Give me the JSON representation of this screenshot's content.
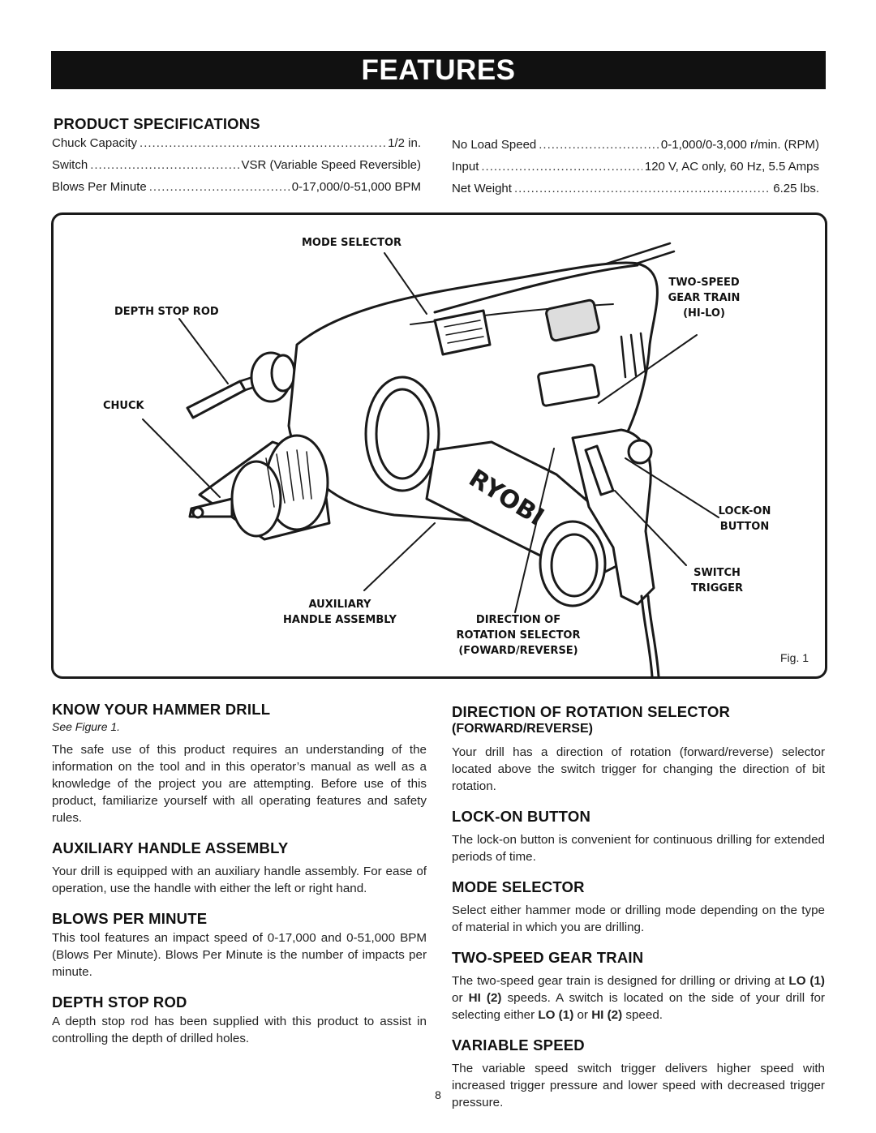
{
  "banner": "FEATURES",
  "specs": {
    "title": "PRODUCT SPECIFICATIONS",
    "left": [
      {
        "label": "Chuck Capacity",
        "value": "1/2 in."
      },
      {
        "label": "Switch",
        "value": "VSR (Variable Speed Reversible)"
      },
      {
        "label": "Blows Per Minute",
        "value": "0-17,000/0-51,000 BPM"
      }
    ],
    "right": [
      {
        "label": "No Load Speed",
        "value": "0-1,000/0-3,000 r/min. (RPM)"
      },
      {
        "label": "Input",
        "value": "120 V, AC only, 60 Hz, 5.5 Amps"
      },
      {
        "label": "Net Weight",
        "value": "6.25 lbs."
      }
    ]
  },
  "figure": {
    "callouts": {
      "mode_selector": "MODE SELECTOR",
      "depth_stop_rod": "DEPTH STOP ROD",
      "chuck": "CHUCK",
      "gear_train_1": "TWO-SPEED",
      "gear_train_2": "GEAR TRAIN",
      "gear_train_3": "(HI-LO)",
      "lock_on_1": "LOCK-ON",
      "lock_on_2": "BUTTON",
      "switch_1": "SWITCH",
      "switch_2": "TRIGGER",
      "aux_1": "AUXILIARY",
      "aux_2": "HANDLE ASSEMBLY",
      "dir_1": "DIRECTION OF",
      "dir_2": "ROTATION SELECTOR",
      "dir_3": "(FOWARD/REVERSE)"
    },
    "brand": "RYOBI",
    "label": "Fig. 1"
  },
  "left_column": [
    {
      "title": "KNOW YOUR HAMMER DRILL",
      "see": "See Figure 1.",
      "body": "The safe use of this product requires an understanding of the information on the tool and in this operator’s manual as well as a knowledge of the project you are attempting. Before use of this product, familiarize yourself with all operating features and safety rules."
    },
    {
      "title": "AUXILIARY HANDLE ASSEMBLY",
      "body": "Your drill is equipped with an auxiliary handle assembly. For ease of operation, use the handle with either the left or right hand."
    },
    {
      "title": "BLOWS PER MINUTE",
      "body": "This tool features an impact speed of 0-17,000 and 0-51,000 BPM (Blows Per Minute). Blows Per Minute is the number of impacts per minute."
    },
    {
      "title": "DEPTH STOP ROD",
      "body": "A depth stop rod has been supplied with this product to assist in controlling the depth of drilled holes."
    }
  ],
  "right_column": {
    "direction": {
      "title": "DIRECTION OF ROTATION SELECTOR",
      "subtitle": "(FORWARD/REVERSE)",
      "body": "Your drill has a direction of rotation (forward/reverse) selector located above the switch trigger for changing the direction of bit rotation."
    },
    "lock_on": {
      "title": "LOCK-ON BUTTON",
      "body": "The lock-on button is convenient for continuous drilling for extended periods of time."
    },
    "mode": {
      "title": "MODE SELECTOR",
      "body": "Select either hammer mode or drilling mode depending on the type of material in which you are drilling."
    },
    "gear": {
      "title": "TWO-SPEED GEAR TRAIN",
      "body_1": "The two-speed gear train is designed for drilling or driving at ",
      "lo1": "LO (1)",
      "or1": " or ",
      "hi2": "HI (2)",
      "body_2": " speeds. A switch is located on the side of your drill for selecting either ",
      "lo1b": "LO (1)",
      "or2": " or ",
      "hi2b": "HI (2)",
      "body_3": " speed."
    },
    "variable": {
      "title": "VARIABLE SPEED",
      "body": "The variable speed switch trigger delivers higher speed with increased trigger pressure and lower speed with decreased trigger pressure."
    }
  },
  "page_number": "8"
}
